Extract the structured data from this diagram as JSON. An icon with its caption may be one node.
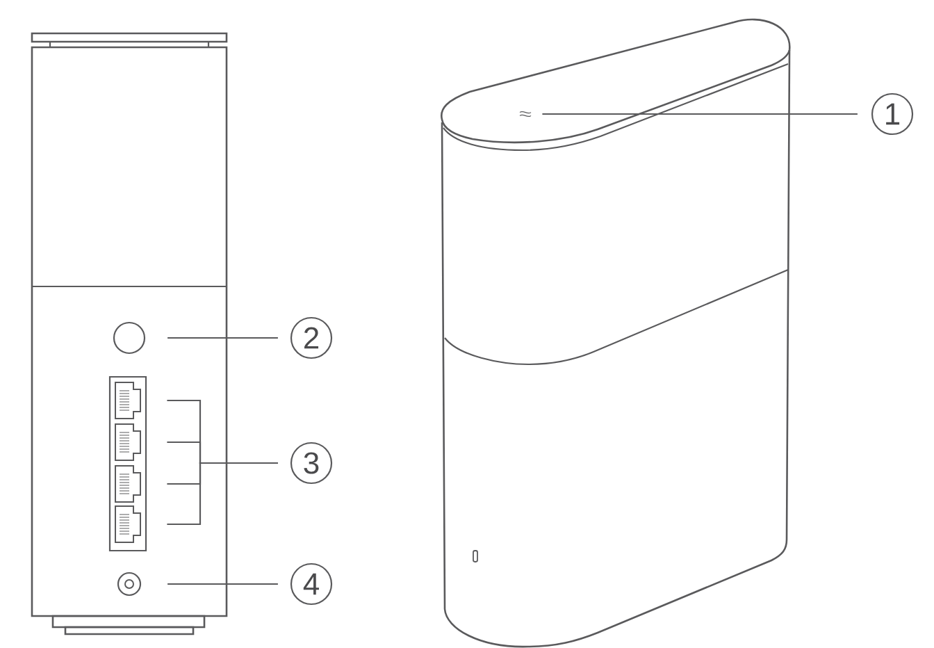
{
  "diagram": {
    "nodes": [
      {
        "text": [
          "1"
        ]
      },
      {
        "text": [],
        "shape": "picture"
      },
      {
        "text": [
          "2"
        ]
      },
      {
        "text": [],
        "shape": "circle"
      },
      {
        "text": [
          "3"
        ]
      },
      {
        "text": [],
        "shape": "picture"
      },
      {
        "text": [],
        "shape": "picture"
      },
      {
        "text": [],
        "shape": "picture"
      },
      {
        "text": [],
        "shape": "picture"
      },
      {
        "text": [
          "4"
        ]
      },
      {
        "text": [],
        "shape": "circle"
      }
    ],
    "edges": [
      {
        "from": 0,
        "to": 1,
        "arrow": "none"
      },
      {
        "from": 2,
        "to": 3,
        "arrow": "none"
      },
      {
        "from": 4,
        "to": 5,
        "arrow": "none"
      },
      {
        "from": 4,
        "to": 6,
        "arrow": "none"
      },
      {
        "from": 4,
        "to": 7,
        "arrow": "none"
      },
      {
        "from": 4,
        "to": 8,
        "arrow": "none"
      },
      {
        "from": 9,
        "to": 10,
        "arrow": "none"
      }
    ]
  }
}
